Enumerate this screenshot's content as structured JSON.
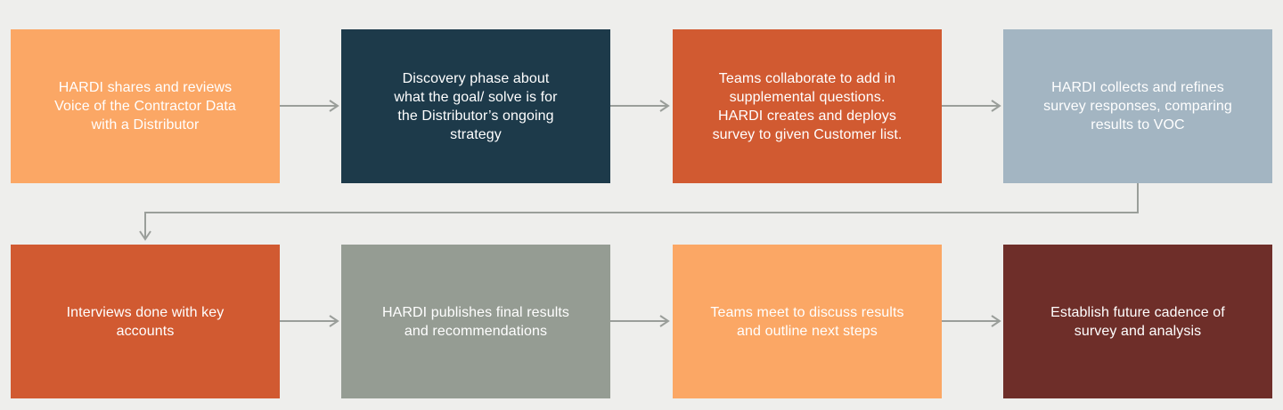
{
  "steps": [
    {
      "text": "HARDI shares and reviews\nVoice of the Contractor Data\nwith a Distributor",
      "color": "#fba765"
    },
    {
      "text": "Discovery phase about\nwhat the goal/ solve is for\nthe Distributor’s ongoing\nstrategy",
      "color": "#1d3a4a"
    },
    {
      "text": "Teams collaborate to add in\nsupplemental questions.\nHARDI creates and deploys\nsurvey to given Customer list.",
      "color": "#d15a31"
    },
    {
      "text": "HARDI collects and refines\nsurvey responses, comparing\nresults to VOC",
      "color": "#a3b5c2"
    },
    {
      "text": "Interviews done with key\naccounts",
      "color": "#d15a31"
    },
    {
      "text": "HARDI publishes final results\nand recommendations",
      "color": "#959c93"
    },
    {
      "text": "Teams meet to discuss results\nand outline next steps",
      "color": "#fba765"
    },
    {
      "text": "Establish future cadence of\nsurvey and analysis",
      "color": "#6e2e29"
    }
  ],
  "colors": {
    "background": "#eeeeec",
    "connector": "#9a9e9a"
  }
}
